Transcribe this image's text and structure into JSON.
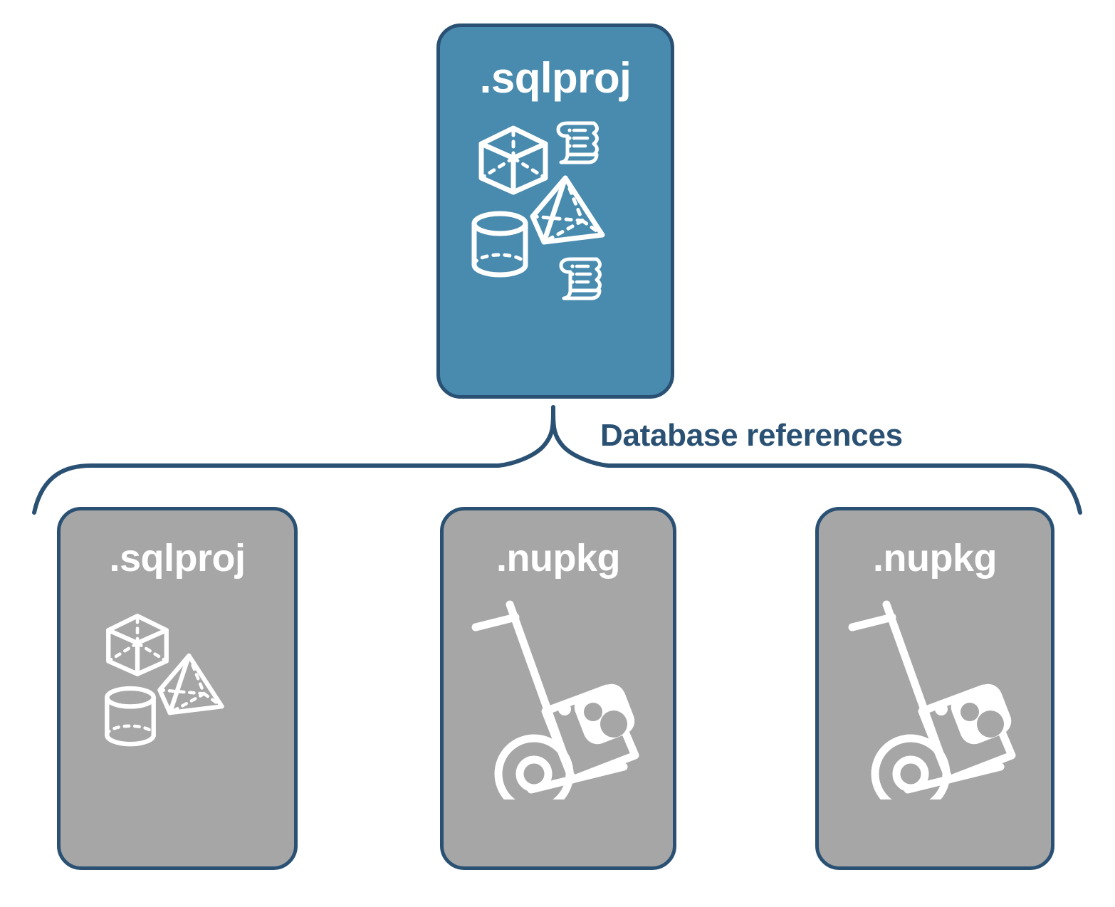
{
  "diagram": {
    "title_label": "Database references",
    "colors": {
      "primary_card_fill": "#488bae",
      "secondary_card_fill": "#a6a6a6",
      "stroke": "#2a5173",
      "icon": "#ffffff",
      "background": "#ffffff"
    },
    "root_card": {
      "label": ".sqlproj",
      "type": "primary",
      "icons": [
        "cube-wireframe-icon",
        "pyramid-wireframe-icon",
        "cylinder-wireframe-icon",
        "script-scroll-icon",
        "script-scroll-icon"
      ]
    },
    "connector": {
      "label": "Database references",
      "style": "curly-brace",
      "branch_count": 3
    },
    "reference_cards": [
      {
        "label": ".sqlproj",
        "type": "secondary",
        "icons": [
          "cube-wireframe-icon",
          "pyramid-wireframe-icon",
          "cylinder-wireframe-icon"
        ]
      },
      {
        "label": ".nupkg",
        "type": "secondary",
        "icons": [
          "hand-truck-package-icon"
        ]
      },
      {
        "label": ".nupkg",
        "type": "secondary",
        "icons": [
          "hand-truck-package-icon"
        ]
      }
    ]
  }
}
